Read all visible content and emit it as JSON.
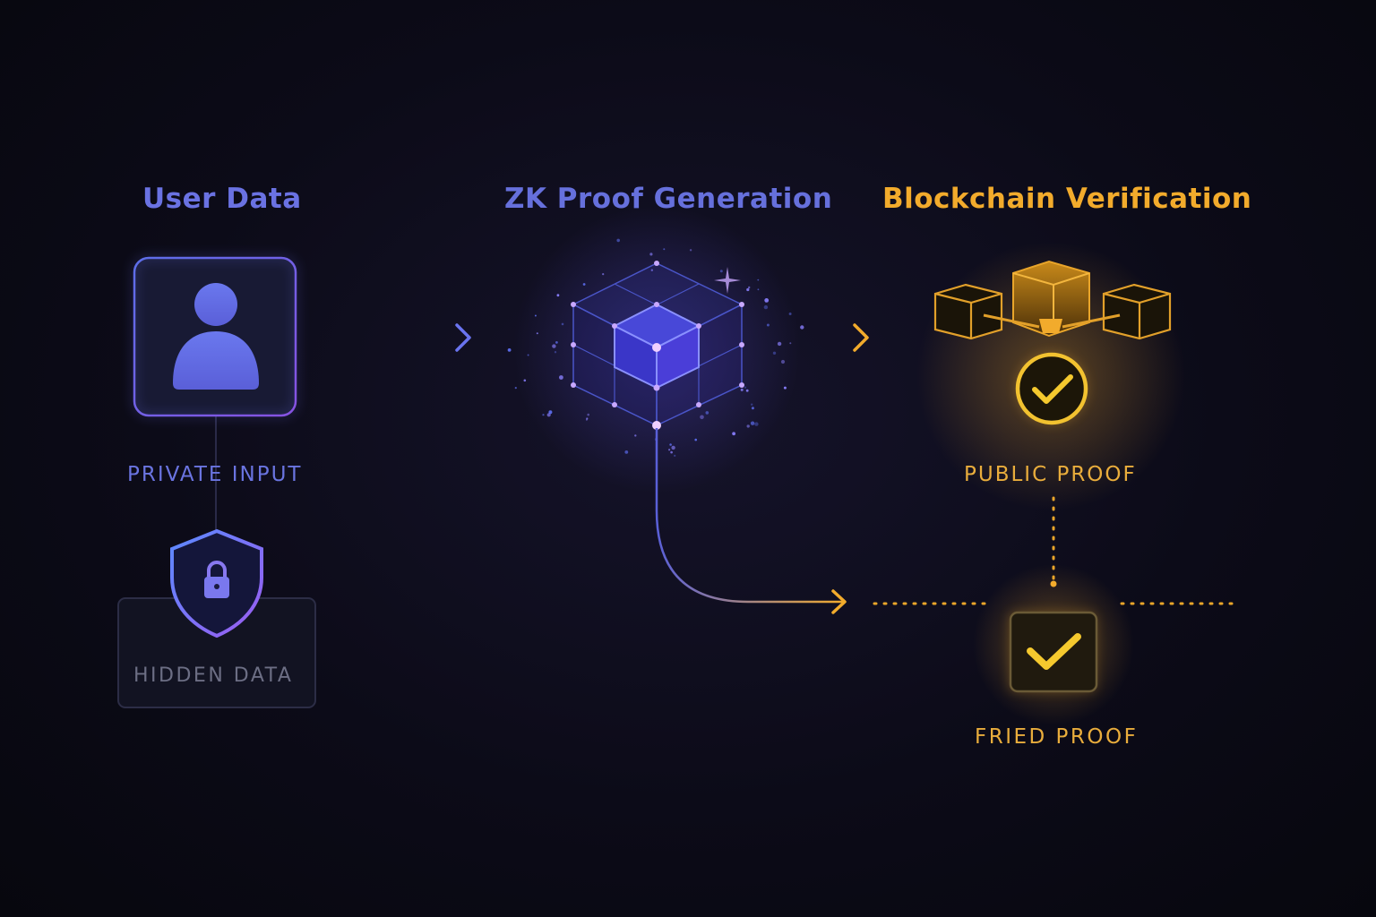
{
  "headings": {
    "user_data": "User Data",
    "zk_proof": "ZK Proof Generation",
    "blockchain": "Blockchain Verification"
  },
  "labels": {
    "private_input": "PRIVATE INPUT",
    "hidden_data": "HIDDEN DATA",
    "public_proof": "PUBLIC PROOF",
    "fried_proof": "FRIED PROOF"
  },
  "icons": {
    "user": "user-icon",
    "shield": "shield-lock-icon",
    "zk_cube": "cube-grid-icon",
    "blockchain": "blockchain-blocks-icon",
    "check_circle": "check-circle-icon",
    "check_box": "check-box-icon"
  },
  "colors": {
    "indigo": "#6a72e2",
    "violet": "#8a5cf0",
    "gold": "#f2ab2c",
    "muted": "#6c6e84"
  }
}
